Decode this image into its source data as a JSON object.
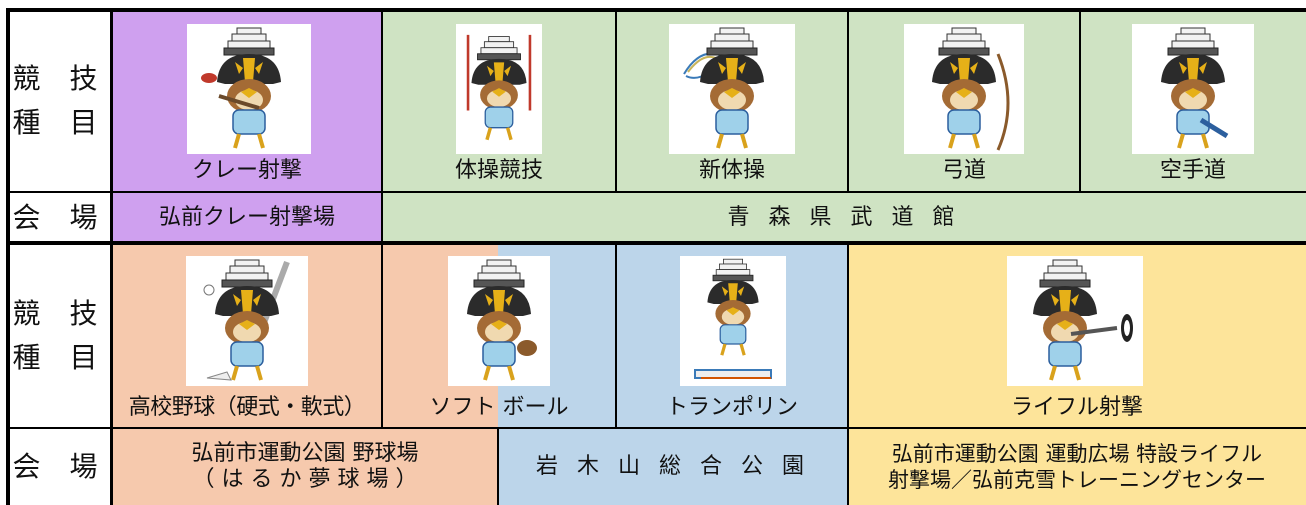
{
  "table": {
    "row1_header": {
      "line1": "競 技",
      "line2": "種 目"
    },
    "row1_events": [
      {
        "label": "クレー射撃",
        "icon": "mascot-clay-shooting-icon",
        "bg": "#cfa0ef"
      },
      {
        "label": "体操競技",
        "icon": "mascot-gymnastics-icon",
        "bg": "#cfe3c3"
      },
      {
        "label": "新体操",
        "icon": "mascot-rhythmic-gymnastics-icon",
        "bg": "#cfe3c3"
      },
      {
        "label": "弓道",
        "icon": "mascot-kyudo-icon",
        "bg": "#cfe3c3"
      },
      {
        "label": "空手道",
        "icon": "mascot-karate-icon",
        "bg": "#cfe3c3"
      }
    ],
    "row1_venue_header": "会 場",
    "row1_venues": [
      {
        "text": "弘前クレー射撃場",
        "bg": "#cfa0ef"
      },
      {
        "text": "青 森 県 武 道 館",
        "bg": "#cfe3c3"
      }
    ],
    "row2_header": {
      "line1": "競 技",
      "line2": "種 目"
    },
    "row2_events": [
      {
        "label": "高校野球（硬式・軟式）",
        "icon": "mascot-baseball-icon"
      },
      {
        "label": "ソフト ボール",
        "icon": "mascot-softball-icon"
      },
      {
        "label": "トランポリン",
        "icon": "mascot-trampoline-icon"
      },
      {
        "label": "ライフル射撃",
        "icon": "mascot-rifle-shooting-icon"
      }
    ],
    "row2_venue_header": "会 場",
    "row2_venues": [
      {
        "line1": "弘前市運動公園 野球場",
        "line2": "（ は る か 夢 球 場 ）"
      },
      {
        "line1": "岩 木 山 総 合 公 園"
      },
      {
        "line1": "弘前市運動公園 運動広場 特設ライフル",
        "line2": "射撃場／弘前克雪トレーニングセンター"
      }
    ]
  },
  "colors": {
    "purple": "#cfa0ef",
    "green": "#cfe3c3",
    "peach": "#f6c9ad",
    "blue": "#bcd5ea",
    "yellow": "#fde49a",
    "mascot_gold": "#e6b018",
    "mascot_dark": "#2b2b2b"
  }
}
